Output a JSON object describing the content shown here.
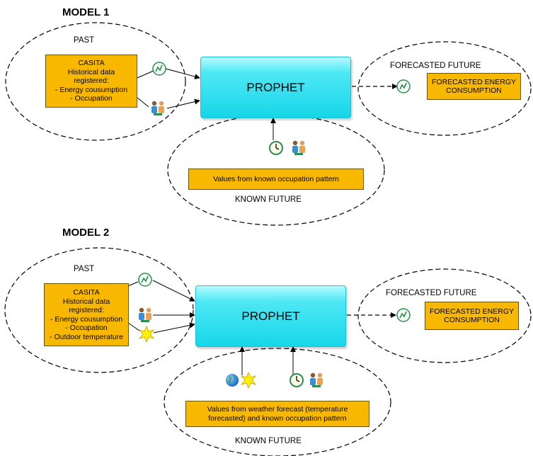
{
  "model1": {
    "title": "MODEL 1",
    "past_label": "PAST",
    "past_box": [
      "CASITA",
      "Historical data",
      "registered:",
      "- Energy cousumption",
      "- Occupation"
    ],
    "prophet_label": "PROPHET",
    "forecasted_future_label": "FORECASTED FUTURE",
    "forecast_box": [
      "FORECASTED ENERGY",
      "CONSUMPTION"
    ],
    "known_future_box": "Values from known occupation pattern",
    "known_future_label": "KNOWN FUTURE"
  },
  "model2": {
    "title": "MODEL 2",
    "past_label": "PAST",
    "past_box": [
      "CASITA",
      "Historical data",
      "registered:",
      "- Energy cousumption",
      "- Occupation",
      "- Outdoor temperature"
    ],
    "prophet_label": "PROPHET",
    "forecasted_future_label": "FORECASTED FUTURE",
    "forecast_box": [
      "FORECASTED ENERGY",
      "CONSUMPTION"
    ],
    "known_future_box": [
      "Values from weather forecast (temperature",
      "forecasted) and known occupation pattern"
    ],
    "known_future_label": "KNOWN FUTURE"
  },
  "colors": {
    "orange_box": "#f9b800",
    "prophet_fill": "#16d6e8",
    "icon_green": "#2e8b57"
  },
  "icons": [
    "energy-signal-icon",
    "people-icon",
    "clock-icon",
    "sun-icon",
    "globe-icon"
  ]
}
